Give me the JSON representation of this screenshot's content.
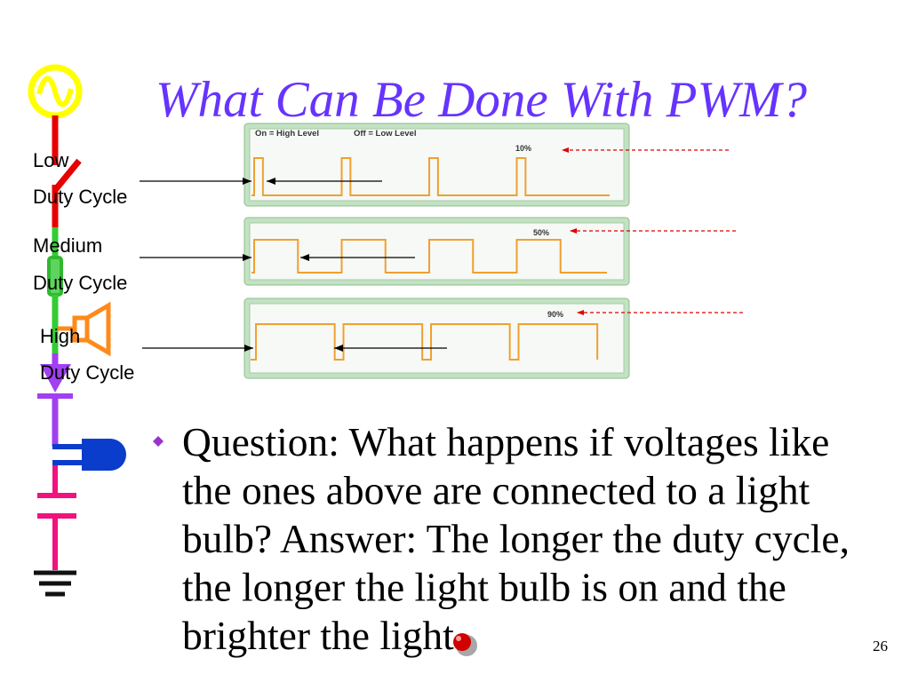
{
  "slide": {
    "title": "What Can Be Done With PWM?",
    "page_number": "26"
  },
  "duty_labels": [
    {
      "level": "Low",
      "caption": "Duty Cycle"
    },
    {
      "level": "Medium",
      "caption": "Duty Cycle"
    },
    {
      "level": "High",
      "caption": "Duty Cycle"
    }
  ],
  "waveforms": {
    "legend_on": "On = High Level",
    "legend_off": "Off = Low Level",
    "items": [
      {
        "percent_label": "10%",
        "duty": 0.1
      },
      {
        "percent_label": "50%",
        "duty": 0.5
      },
      {
        "percent_label": "90%",
        "duty": 0.9
      }
    ]
  },
  "bullet": {
    "marker_icon": "diamond-bullet-icon",
    "lines": [
      "Question: What happens if voltages like",
      "the ones above are connected to a light",
      "bulb? Answer: The longer the duty cycle,",
      "the longer the light bulb is on and the",
      "brighter the light."
    ]
  },
  "icons": {
    "circuit": [
      "ac-source-icon",
      "switch-icon",
      "resistor-icon",
      "speaker-icon",
      "diode-icon",
      "led-icon",
      "capacitor-icon",
      "ground-icon"
    ],
    "annotation": "red-light-icon"
  },
  "colors": {
    "title": "#6633FF",
    "bullet_marker": "#9933CC",
    "waveform": "#F0A030",
    "pointer_arrows": "#000000",
    "percent_arrows": "#E00000"
  }
}
